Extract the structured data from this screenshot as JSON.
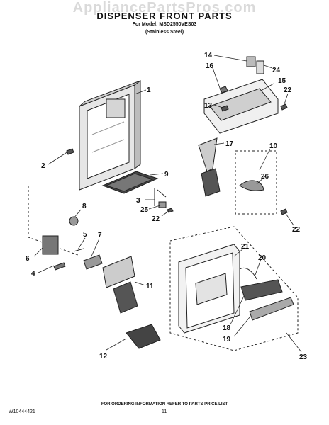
{
  "header": {
    "watermark": "AppliancePartsPros.com",
    "title": "DISPENSER FRONT PARTS",
    "model_line": "For Model: MSD2550VES03",
    "finish_line": "(Stainless Steel)"
  },
  "callouts": [
    "1",
    "2",
    "3",
    "4",
    "5",
    "6",
    "7",
    "8",
    "9",
    "10",
    "11",
    "12",
    "13",
    "14",
    "15",
    "16",
    "17",
    "18",
    "19",
    "20",
    "21",
    "22",
    "22",
    "22",
    "23",
    "24",
    "25",
    "26"
  ],
  "footer": {
    "ordering_note": "FOR ORDERING INFORMATION REFER TO PARTS PRICE LIST",
    "document_number": "W10444421",
    "page_number": "11"
  }
}
